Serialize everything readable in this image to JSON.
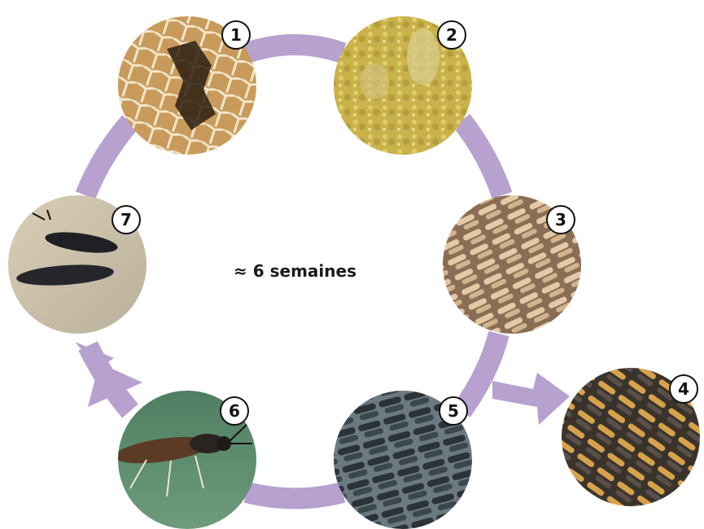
{
  "diagram": {
    "center_label": "≈ 6 semaines",
    "stages": [
      {
        "number": "1",
        "subject": "egg-clutch-in-cardboard"
      },
      {
        "number": "2",
        "subject": "feed-substrate"
      },
      {
        "number": "3",
        "subject": "larvae"
      },
      {
        "number": "4",
        "subject": "mature-larvae-harvest"
      },
      {
        "number": "5",
        "subject": "prepupae"
      },
      {
        "number": "6",
        "subject": "adult-fly"
      },
      {
        "number": "7",
        "subject": "mating-adults"
      }
    ],
    "colors": {
      "arrow": "#b7a1cf",
      "badge_fill": "#ffffff",
      "badge_stroke": "#111111"
    }
  }
}
